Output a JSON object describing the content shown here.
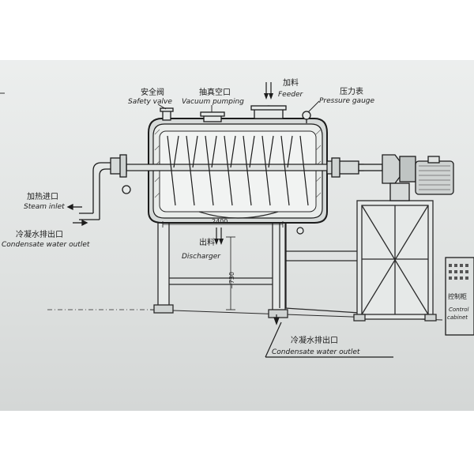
{
  "labels": {
    "safety_valve_cn": "安全阀",
    "safety_valve_en": "Safety valve",
    "vacuum_cn": "抽真空口",
    "vacuum_en": "Vacuum pumping",
    "feeder_cn": "加料",
    "feeder_en": "Feeder",
    "pressure_cn": "压力表",
    "pressure_en": "Pressure gauge",
    "steam_cn": "加热进口",
    "steam_en": "Steam inlet",
    "condensate_left_cn": "冷凝水排出口",
    "condensate_left_en": "Condensate water outlet",
    "discharger_cn": "出料",
    "discharger_en": "Discharger",
    "condensate_bottom_cn": "冷凝水排出口",
    "condensate_bottom_en": "Condensate water outlet",
    "control_cn": "控制柜",
    "control_en_1": "Control",
    "control_en_2": "cabinet"
  },
  "dimensions": {
    "length": "2400",
    "height": "~730"
  },
  "colors": {
    "paper": "#e6e9e8",
    "line": "#2a2a2a"
  }
}
